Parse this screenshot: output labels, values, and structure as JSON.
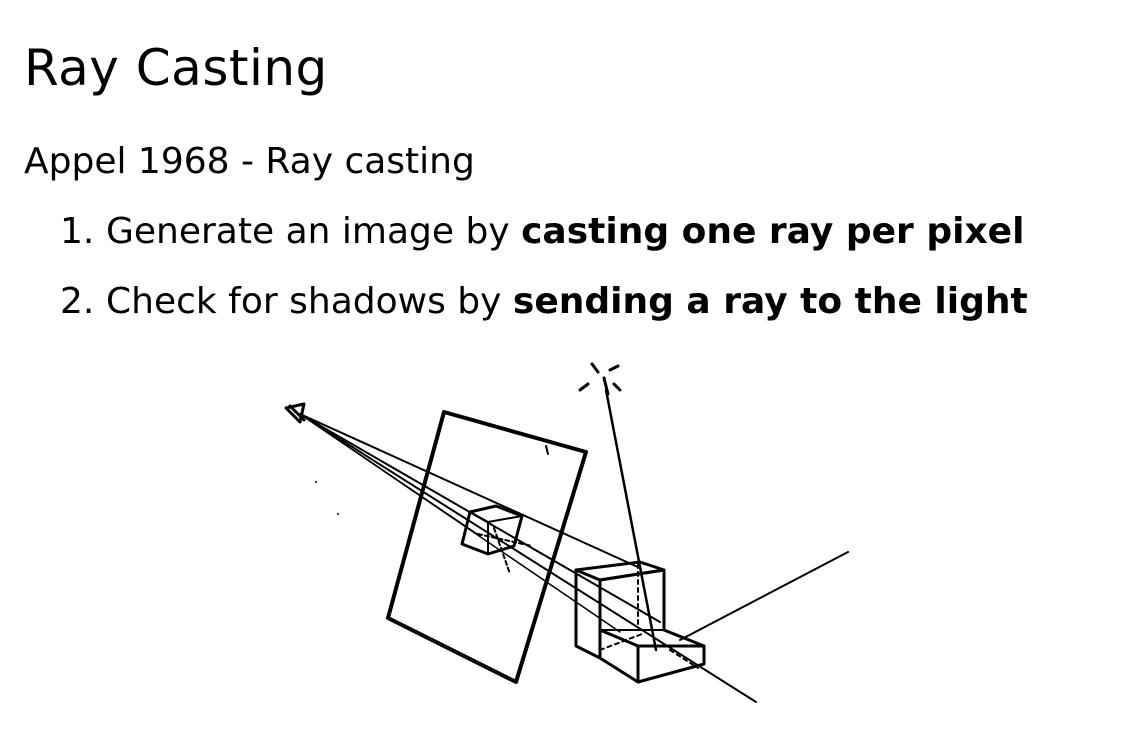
{
  "slide": {
    "title": "Ray Casting",
    "subtitle": "Appel 1968 - Ray casting",
    "items": [
      {
        "number": "1.",
        "text": "Generate an image by ",
        "bold": "casting one ray per pixel"
      },
      {
        "number": "2.",
        "text": "Check for shadows by ",
        "bold": "sending a ray to the light"
      }
    ]
  },
  "figure": {
    "description_icon": "ray-casting-sketch"
  }
}
